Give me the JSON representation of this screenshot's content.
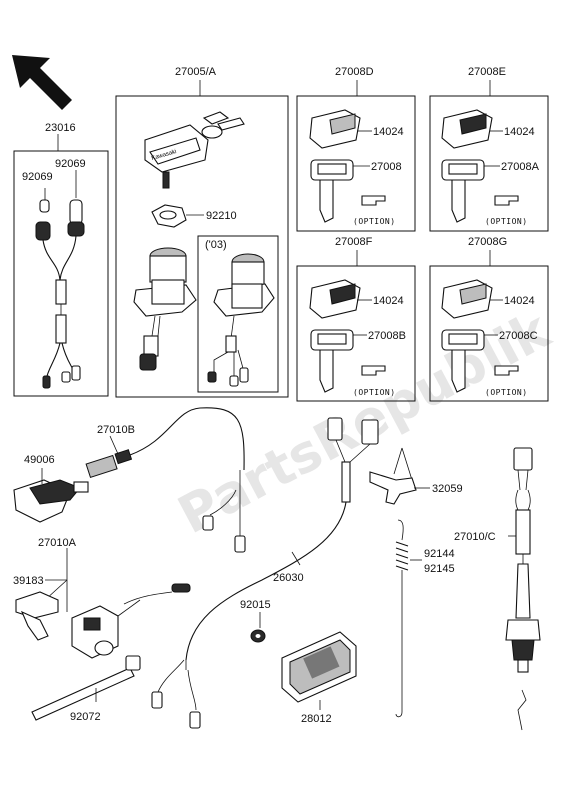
{
  "watermark": "PartsRepublik",
  "option_label": "(OPTION)",
  "variant_label": "('03)",
  "labels": {
    "p27005A": "27005/A",
    "p23016": "23016",
    "p92069a": "92069",
    "p92069b": "92069",
    "p92210": "92210",
    "p27008D": "27008D",
    "p27008E": "27008E",
    "p27008F": "27008F",
    "p27008G": "27008G",
    "p14024a": "14024",
    "p14024b": "14024",
    "p14024c": "14024",
    "p14024d": "14024",
    "p27008": "27008",
    "p27008A": "27008A",
    "p27008B": "27008B",
    "p27008C": "27008C",
    "p27010B": "27010B",
    "p49006": "49006",
    "p27010A": "27010A",
    "p39183": "39183",
    "p92072": "92072",
    "p26030": "26030",
    "p92015": "92015",
    "p28012": "28012",
    "p32059": "32059",
    "p92144": "92144",
    "p92145": "92145",
    "p27010C": "27010/C"
  },
  "icons": [
    "front-direction-arrow-icon"
  ]
}
